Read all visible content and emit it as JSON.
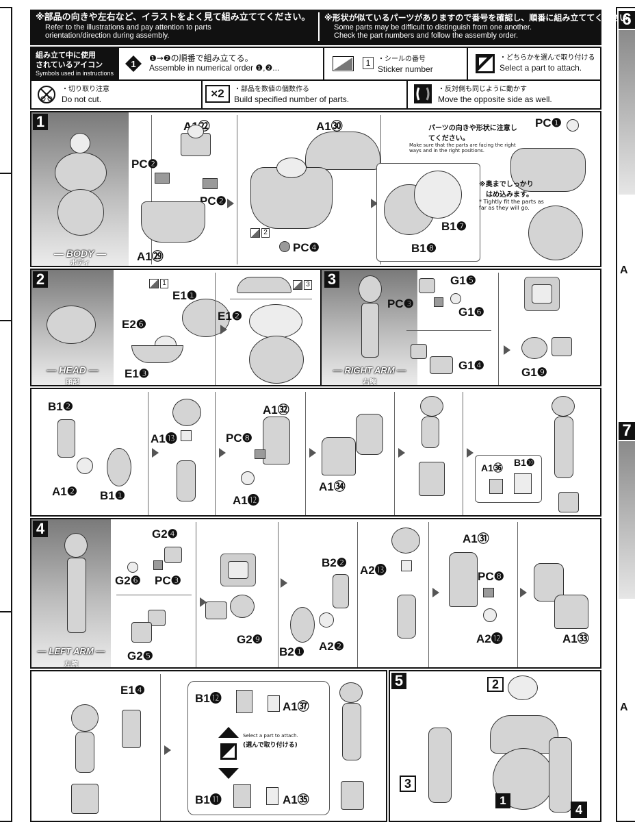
{
  "header": {
    "left_jp": "※部品の向きや左右など、イラストをよく見て組み立ててください。",
    "left_en_1": "Refer to the illustrations and pay attention to parts",
    "left_en_2": "orientation/direction during assembly.",
    "right_jp": "※形状が似ているパーツがありますので番号を確認し、順番に組み立ててください。",
    "right_en_1": "Some parts may be difficult to distinguish from one another.",
    "right_en_2": "Check the part numbers and follow the assembly order."
  },
  "legend": {
    "symbols_jp_1": "組み立て中に使用",
    "symbols_jp_2": "されているアイコン",
    "symbols_en": "Symbols used in instructions",
    "order_icon_glyph": "❶",
    "order_jp": "❶→❷の順番で組み立てる。",
    "order_en": "Assemble in numerical order ❶,❷...",
    "sticker_num": "1",
    "sticker_jp": "・シールの番号",
    "sticker_en": "Sticker number",
    "select_jp": "・どちらかを選んで取り付ける",
    "select_en": "Select a part to attach.",
    "cut_jp": "・切り取り注意",
    "cut_en": "Do not cut.",
    "multi_glyph": "×2",
    "multi_jp": "・部品を数値の個数作る",
    "multi_en": "Build specified number of parts.",
    "opposite_jp": "・反対側も同じように動かす",
    "opposite_en": "Move the opposite side as well."
  },
  "right_strip": {
    "num_top": "6",
    "num_mid": "7",
    "letter_a1": "A",
    "letter_a2": "A"
  },
  "step1": {
    "number": "1",
    "caption_en": "— BODY —",
    "caption_jp": "ボディ",
    "labels": {
      "a1_22": "A1㉒",
      "pc2_a": "PC❷",
      "pc2_b": "PC❷",
      "a1_29": "A1㉙",
      "a1_30": "A1㉚",
      "sticker2": "2",
      "pc4": "PC❹",
      "pc1": "PC❶",
      "b1_7": "B1❼",
      "b1_8": "B1❽"
    },
    "note_jp": "パーツの向きや形状に注意してください。",
    "note_en": "Make sure that the parts are facing the right ways and in the right positions.",
    "tight_jp_1": "※奥までしっかり",
    "tight_jp_2": "はめ込みます。",
    "tight_en": "* Tightly fit the parts as far as they will go."
  },
  "step2": {
    "number": "2",
    "caption_en": "— HEAD —",
    "caption_jp": "頭部",
    "labels": {
      "sticker1": "1",
      "e1_1": "E1❶",
      "e2_6": "E2❻",
      "e1_3": "E1❸",
      "sticker3": "3",
      "e1_2": "E1❷"
    }
  },
  "step3": {
    "number": "3",
    "caption_en": "— RIGHT ARM —",
    "caption_jp": "右腕",
    "labels": {
      "g1_5": "G1❺",
      "pc3": "PC❸",
      "g1_6": "G1❻",
      "g1_4": "G1❹",
      "g1_9": "G1❾"
    },
    "row2": {
      "b1_2": "B1❷",
      "a1_2": "A1❷",
      "b1_1": "B1❶",
      "a1_13": "A1⓭",
      "a1_32": "A1㉜",
      "pc8": "PC❽",
      "a1_12": "A1⓬",
      "a1_34": "A1㉞",
      "a1_36": "A1㊱",
      "b1_10": "B1❿"
    }
  },
  "step4": {
    "number": "4",
    "caption_en": "— LEFT ARM —",
    "caption_jp": "左腕",
    "labels": {
      "g2_4": "G2❹",
      "g2_6": "G2❻",
      "pc3": "PC❸",
      "g2_5": "G2❺",
      "g2_9": "G2❾",
      "b2_2": "B2❷",
      "b2_1": "B2❶",
      "a2_2": "A2❷",
      "a2_13": "A2⓭",
      "a1_31": "A1㉛",
      "pc8": "PC❽",
      "a2_12": "A2⓬",
      "a1_33": "A1㉝"
    },
    "row2": {
      "e1_4": "E1❹",
      "b1_12": "B1⓬",
      "a1_37": "A1㊲",
      "b1_11": "B1⓫",
      "a1_35": "A1㉟",
      "select_en": "Select a part to attach.",
      "select_jp": "(選んで取り付ける)"
    }
  },
  "step5": {
    "number": "5",
    "callouts": {
      "head": "2",
      "right_arm": "3",
      "body": "1",
      "left_arm": "4"
    }
  }
}
